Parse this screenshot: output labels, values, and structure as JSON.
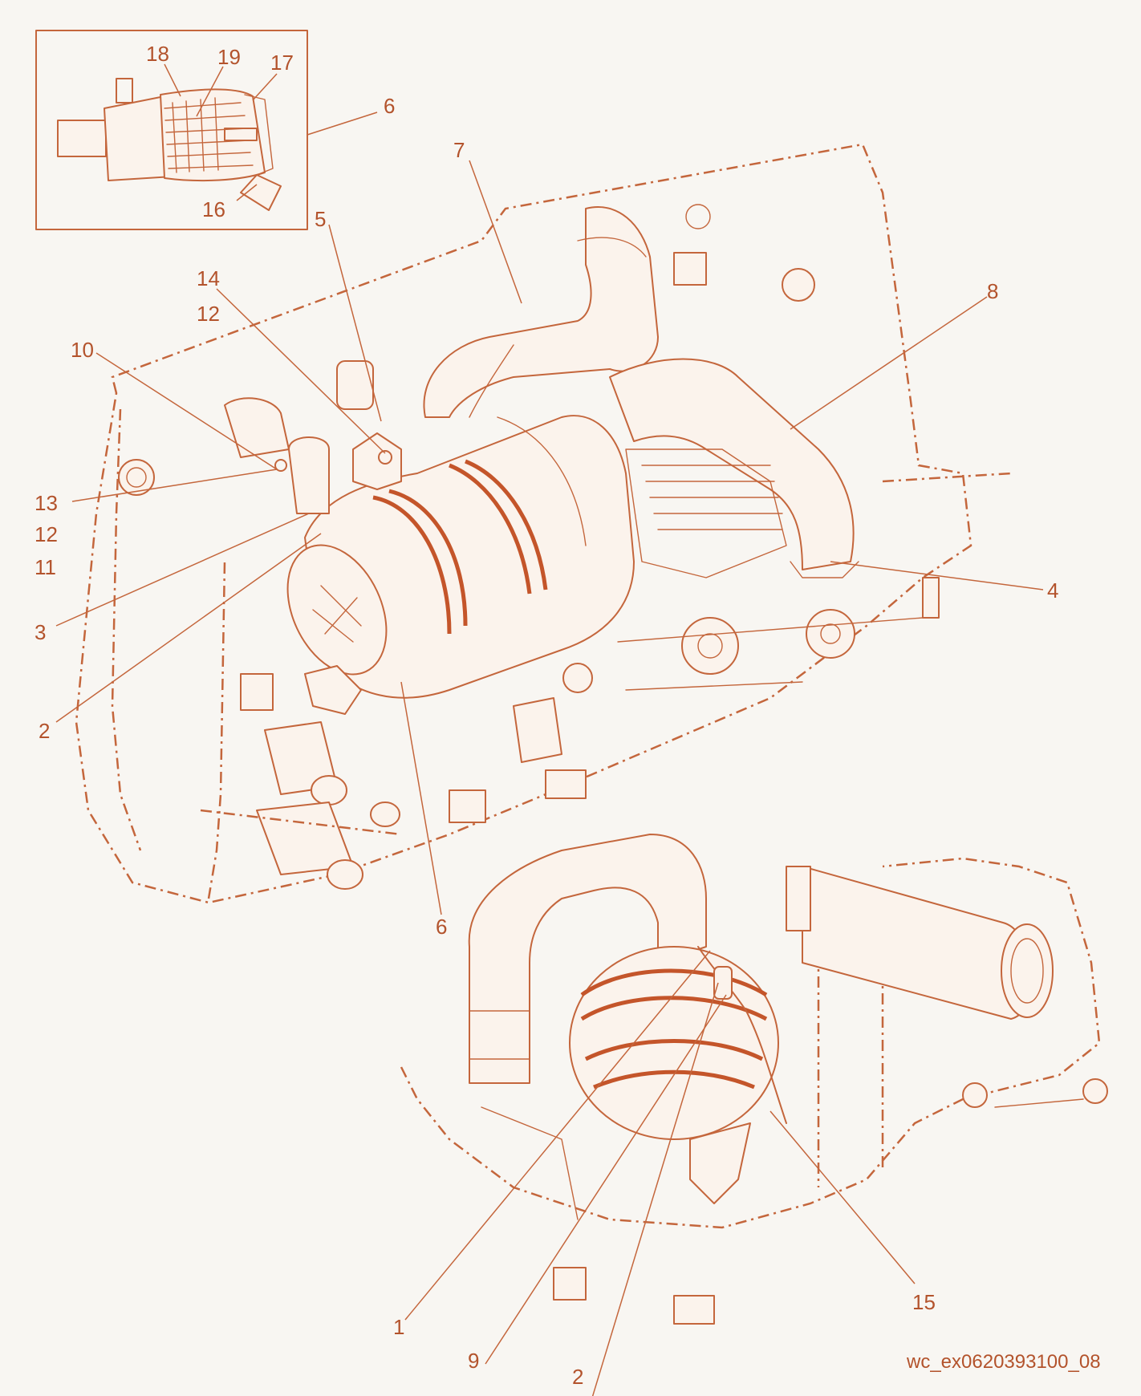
{
  "drawing_id": "wc_ex0620393100_08",
  "callouts": [
    {
      "id": "c18",
      "text": "18"
    },
    {
      "id": "c19",
      "text": "19"
    },
    {
      "id": "c17",
      "text": "17"
    },
    {
      "id": "c6a",
      "text": "6"
    },
    {
      "id": "c16",
      "text": "16"
    },
    {
      "id": "c7",
      "text": "7"
    },
    {
      "id": "c5",
      "text": "5"
    },
    {
      "id": "c14",
      "text": "14"
    },
    {
      "id": "c12a",
      "text": "12"
    },
    {
      "id": "c10",
      "text": "10"
    },
    {
      "id": "c8",
      "text": "8"
    },
    {
      "id": "c13",
      "text": "13"
    },
    {
      "id": "c12b",
      "text": "12"
    },
    {
      "id": "c11",
      "text": "11"
    },
    {
      "id": "c3",
      "text": "3"
    },
    {
      "id": "c4",
      "text": "4"
    },
    {
      "id": "c2a",
      "text": "2"
    },
    {
      "id": "c6b",
      "text": "6"
    },
    {
      "id": "c1",
      "text": "1"
    },
    {
      "id": "c15",
      "text": "15"
    },
    {
      "id": "c9",
      "text": "9"
    },
    {
      "id": "c2b",
      "text": "2"
    }
  ],
  "colors": {
    "line": "#c4663c",
    "text": "#b3532c",
    "background": "#f8f6f2"
  }
}
